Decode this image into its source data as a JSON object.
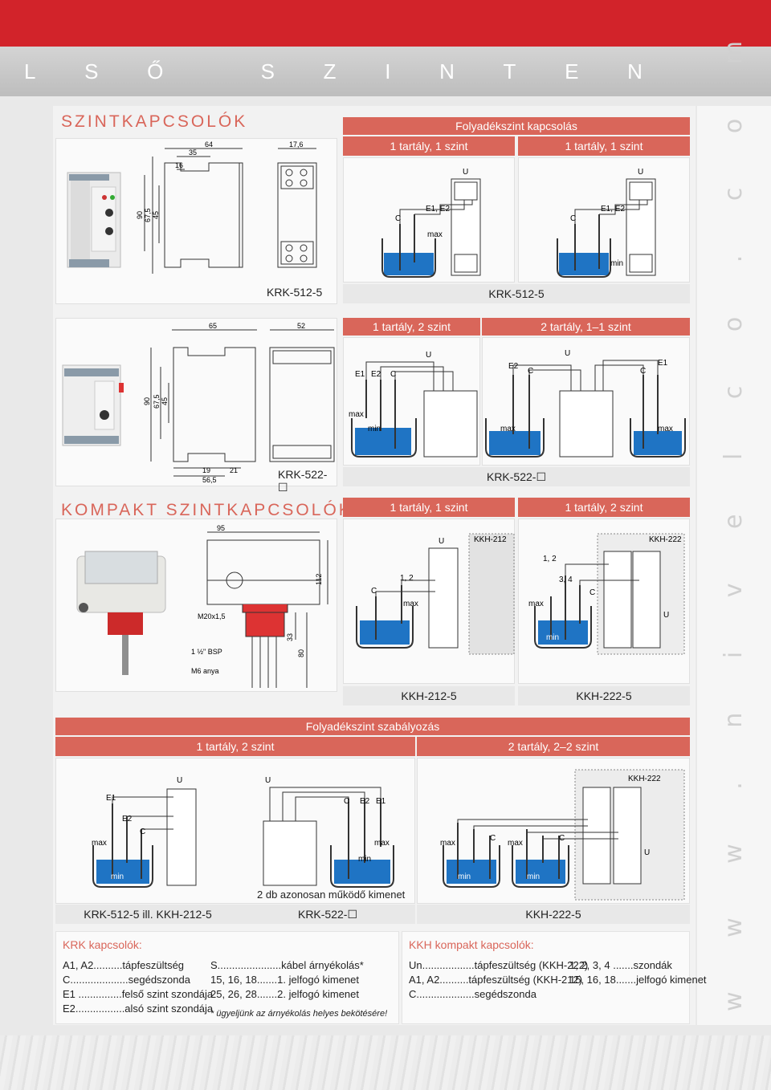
{
  "banner": {
    "letters": [
      "L",
      "S",
      "Ő",
      "",
      "S",
      "Z",
      "I",
      "N",
      "T",
      "E",
      "N"
    ]
  },
  "side_text": "w w w . n i v e l c o . c o m",
  "colors": {
    "accent": "#d2232a",
    "header_salmon": "#d9665a",
    "water": "#1f74c4"
  },
  "section1": {
    "title": "SZINTKAPCSOLÓK",
    "top_header": "Folyadékszint kapcsolás",
    "col_headers": [
      "1 tartály, 1 szint",
      "1 tartály, 1 szint"
    ],
    "row1_left_label": "KRK-512-5",
    "row1_right_label": "KRK-512-5",
    "row2_headers": [
      "1 tartály, 2 szint",
      "2 tartály, 1–1 szint"
    ],
    "row2_left_label": "KRK-522-☐",
    "row2_right_label": "KRK-522-☐",
    "dims1": {
      "d64": "64",
      "d35": "35",
      "d16": "16",
      "d176": "17,6",
      "h90": "90",
      "h675": "67,5",
      "h45": "45"
    },
    "dims2": {
      "d65": "65",
      "d52": "52",
      "h90": "90",
      "h675": "67,5",
      "h45": "45",
      "d19": "19",
      "d21": "21",
      "d565": "56,5"
    }
  },
  "section2": {
    "title": "KOMPAKT SZINTKAPCSOLÓK",
    "col_headers": [
      "1 tartály, 1 szint",
      "1 tartály, 2 szint"
    ],
    "labels": [
      "KKH-212-5",
      "KKH-222-5"
    ],
    "dims": {
      "d95": "95",
      "d112": "112",
      "m20": "M20x1,5",
      "d33": "33",
      "d80": "80",
      "bsp": "1 ½\" BSP",
      "m6": "M6 anya"
    },
    "diag_labels": {
      "kkh212": "KKH-212",
      "kkh222": "KKH-222",
      "n12": "1, 2",
      "n34": "3, 4"
    }
  },
  "section3": {
    "top_header": "Folyadékszint szabályozás",
    "col_headers": [
      "1 tartály, 2 szint",
      "2 tartály, 2–2 szint"
    ],
    "caption": "2 db azonosan működő kimenet",
    "labels": [
      "KRK-512-5 ill. KKH-212-5",
      "KRK-522-☐",
      "KKH-222-5"
    ]
  },
  "diagram_terms": {
    "un": "U",
    "un_sub": "n",
    "e1": "E1",
    "e2": "E2",
    "c": "C",
    "max": "max",
    "min": "min",
    "e1e2": "E1, E2"
  },
  "legend_krk": {
    "title": "KRK kapcsolók:",
    "rows_left": [
      "A1, A2..........tápfeszültség",
      "C....................segédszonda",
      "E1 ...............felső szint szondája",
      "E2.................alsó szint szondája"
    ],
    "rows_right": [
      "S......................kábel árnyékolás*",
      "15, 16, 18.......1. jelfogó kimenet",
      "25, 26, 28.......2. jelfogó kimenet"
    ],
    "note": "* ügyeljünk az árnyékolás helyes bekötésére!"
  },
  "legend_kkh": {
    "title": "KKH kompakt kapcsolók:",
    "rows_left": [
      "Un..................tápfeszültség (KKH-222)",
      "A1, A2..........tápfeszültség (KKH-212)",
      "C....................segédszonda"
    ],
    "rows_right": [
      "1, 2, 3, 4 .......szondák",
      "15, 16, 18.......jelfogó kimenet"
    ]
  }
}
